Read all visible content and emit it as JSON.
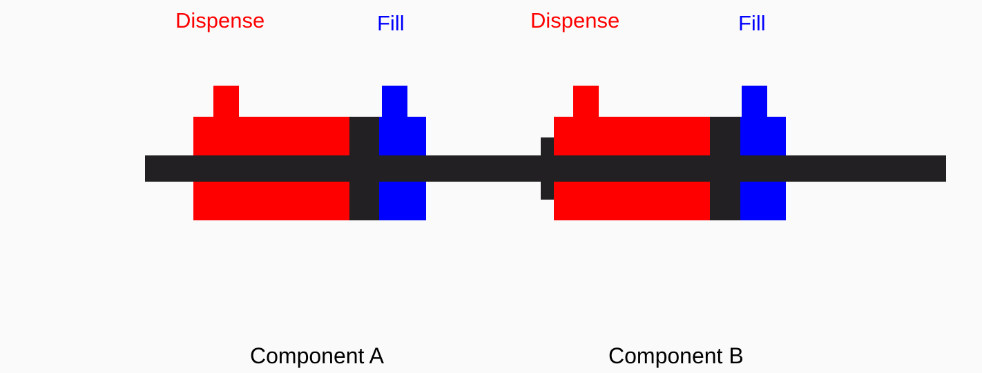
{
  "colors": {
    "dispense": "#ff0000",
    "fill": "#0000ff",
    "rod": "#222022",
    "background": "#fafafa",
    "caption": "#000000"
  },
  "components": [
    {
      "id": "a",
      "dispense_label": "Dispense",
      "fill_label": "Fill",
      "caption": "Component A"
    },
    {
      "id": "b",
      "dispense_label": "Dispense",
      "fill_label": "Fill",
      "caption": "Component B"
    }
  ]
}
